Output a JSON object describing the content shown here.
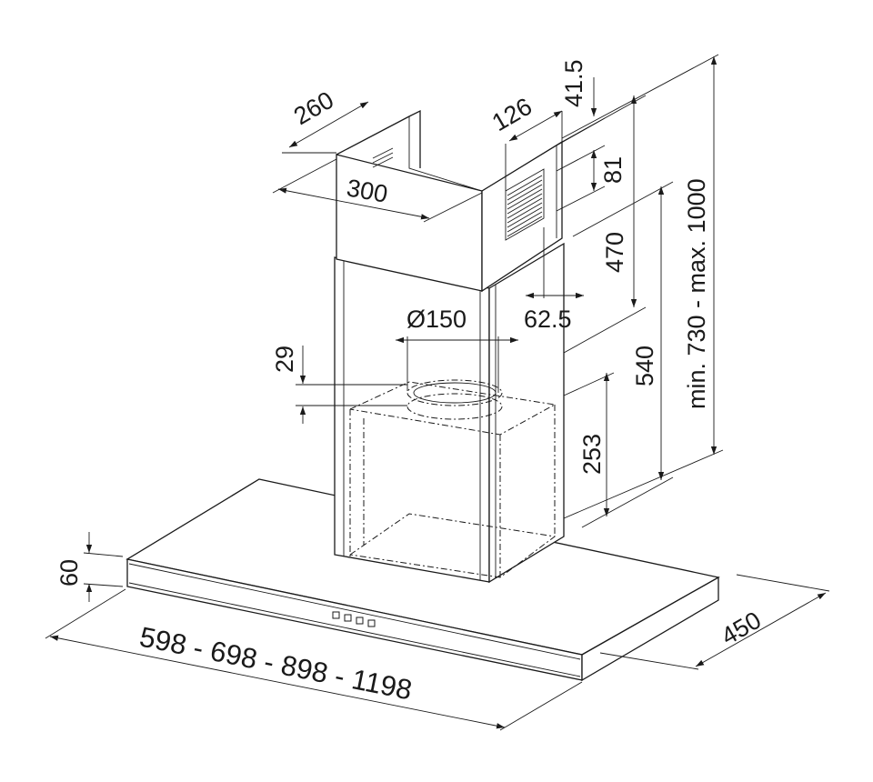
{
  "diagram": {
    "dimensions": {
      "chimney_depth": "260",
      "chimney_width": "300",
      "vent_offset": "126",
      "top_gap": "41.5",
      "vent_height": "81",
      "upper_chimney": "470",
      "vent_side": "62.5",
      "outlet_diameter": "Ø150",
      "outlet_collar": "29",
      "lower_chimney": "540",
      "total_height": "min. 730 - max. 1000",
      "motor_height": "253",
      "canopy_height": "60",
      "canopy_width": "598 - 698 - 898 - 1198",
      "canopy_depth": "450"
    },
    "colors": {
      "line": "#1a1a1a",
      "background": "#ffffff"
    },
    "control_buttons": 4
  }
}
